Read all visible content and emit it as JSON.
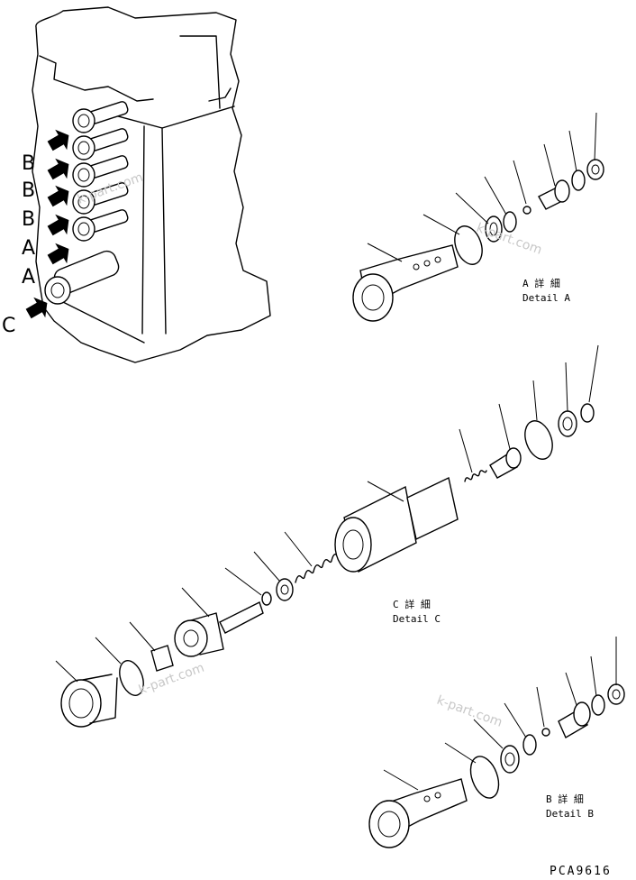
{
  "callouts": {
    "left_letters": [
      "B",
      "B",
      "B",
      "A",
      "A",
      "C"
    ]
  },
  "details": {
    "a": {
      "caption_jp": "A 詳 細",
      "caption_en": "Detail A"
    },
    "c": {
      "caption_jp": "C 詳 細",
      "caption_en": "Detail C"
    },
    "b": {
      "caption_jp": "B 詳 細",
      "caption_en": "Detail B"
    }
  },
  "figure_code": "PCA9616",
  "watermarks": [
    "k-part.com",
    "k-part.com",
    "k-part.com",
    "k-part.com"
  ],
  "icons": {
    "pointer": "arrow-right-icon"
  }
}
